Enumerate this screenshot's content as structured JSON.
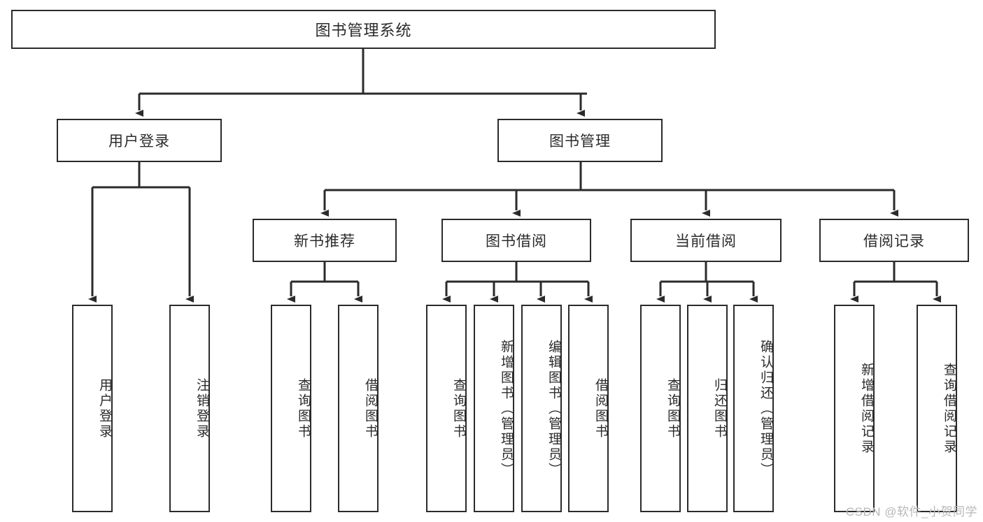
{
  "diagram": {
    "title": "图书管理系统",
    "type": "tree-hierarchy-diagram",
    "watermark": "CSDN @软件_小贺同学",
    "colors": {
      "stroke": "#2b2b2b",
      "fill": "#ffffff",
      "watermark": "#b8b8b8"
    },
    "root": {
      "label": "图书管理系统"
    },
    "level2": [
      {
        "id": "user-login",
        "label": "用户登录"
      },
      {
        "id": "book-manage",
        "label": "图书管理"
      }
    ],
    "level3": [
      {
        "id": "new-book-recommend",
        "label": "新书推荐"
      },
      {
        "id": "book-borrow",
        "label": "图书借阅"
      },
      {
        "id": "current-borrow",
        "label": "当前借阅"
      },
      {
        "id": "borrow-record",
        "label": "借阅记录"
      }
    ],
    "leaves": {
      "user-login": [
        {
          "id": "leaf-user-login",
          "label": "用户登录"
        },
        {
          "id": "leaf-logout-login",
          "label": "注销登录"
        }
      ],
      "new-book-recommend": [
        {
          "id": "leaf-query-book-1",
          "label": "查询图书"
        },
        {
          "id": "leaf-borrow-book-1",
          "label": "借阅图书"
        }
      ],
      "book-borrow": [
        {
          "id": "leaf-query-book-2",
          "label": "查询图书"
        },
        {
          "id": "leaf-add-book",
          "label": "新增图书（管理员）"
        },
        {
          "id": "leaf-edit-book",
          "label": "编辑图书（管理员）"
        },
        {
          "id": "leaf-borrow-book-2",
          "label": "借阅图书"
        }
      ],
      "current-borrow": [
        {
          "id": "leaf-query-book-3",
          "label": "查询图书"
        },
        {
          "id": "leaf-return-book",
          "label": "归还图书"
        },
        {
          "id": "leaf-confirm-return",
          "label": "确认归还（管理员）"
        }
      ],
      "borrow-record": [
        {
          "id": "leaf-add-record",
          "label": "新增借阅记录"
        },
        {
          "id": "leaf-query-record",
          "label": "查询借阅记录"
        }
      ]
    }
  }
}
